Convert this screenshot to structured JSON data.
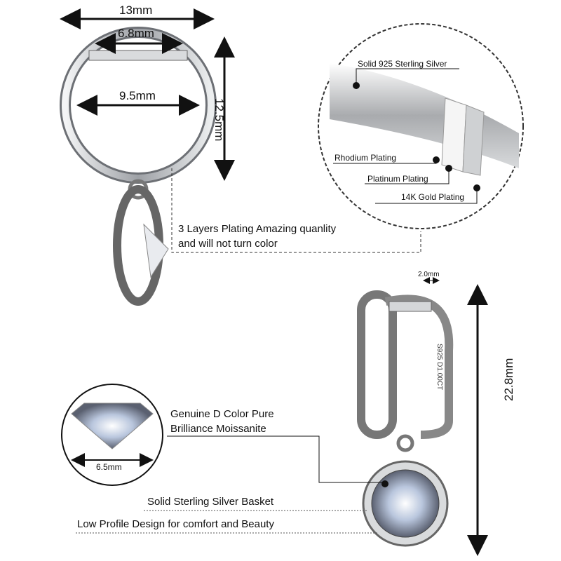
{
  "top_earring": {
    "width_total": "13mm",
    "bar_width": "6.8mm",
    "inner_diameter": "9.5mm",
    "height": "12.5mm"
  },
  "plating_detail": {
    "layers": [
      "Solid 925 Sterling Silver",
      "Rhodium Plating",
      "Platinum Plating",
      "14K Gold Plating"
    ],
    "caption_line1": "3 Layers Plating Amazing quanlity",
    "caption_line2": "and will not turn color"
  },
  "side_earring": {
    "thickness": "2.0mm",
    "engraving": "S925 D1.00CT",
    "total_height": "22.8mm"
  },
  "stone": {
    "diameter": "6.5mm",
    "desc_line1": "Genuine D Color Pure",
    "desc_line2": "Brilliance Moissanite"
  },
  "features": [
    "Solid Sterling Silver Basket",
    "Low Profile Design for comfort and Beauty"
  ],
  "colors": {
    "metal": "#c8cacd",
    "metal_dark": "#5a5d62",
    "line": "#111111"
  }
}
